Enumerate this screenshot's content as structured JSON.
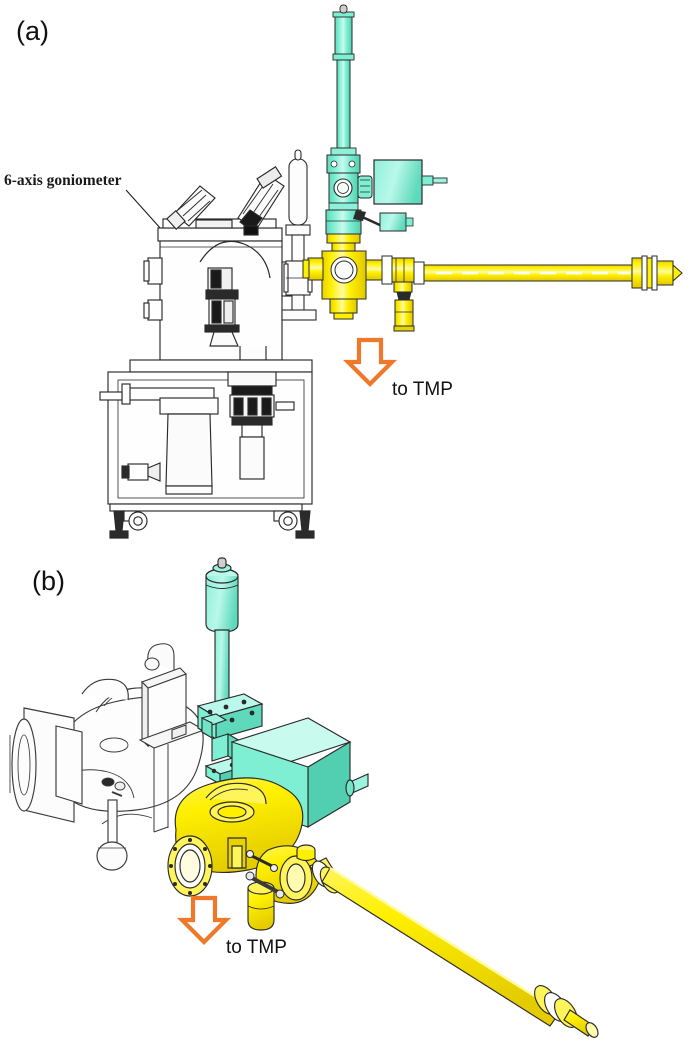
{
  "figure": {
    "type": "technical-line-drawing",
    "description": "Two-panel engineering drawing of a UHV experimental chamber with beamline and turbomolecular pump port",
    "background_color": "#ffffff",
    "panels": [
      {
        "id": "a",
        "label": "(a)",
        "view": "side elevation / orthographic line drawing",
        "annotations": [
          {
            "id": "goniometer",
            "text": "6-axis goniometer",
            "font": "serif",
            "leader_line": true
          },
          {
            "id": "tmp",
            "text": "to TMP",
            "arrow": "down-arrow-hollow",
            "arrow_color": "#F0782A"
          }
        ]
      },
      {
        "id": "b",
        "label": "(b)",
        "view": "isometric 3D detail of pumping manifold",
        "annotations": [
          {
            "id": "tmp",
            "text": "to TMP",
            "arrow": "down-arrow-hollow",
            "arrow_color": "#F0782A"
          }
        ]
      }
    ]
  },
  "colors": {
    "teal": "#7FEFD4",
    "teal_shade": "#5FD9BC",
    "teal_dark": "#46C0A4",
    "yellow": "#FFF000",
    "yellow_shade": "#EBD400",
    "yellow_dark": "#D4BE00",
    "orange": "#F0782A",
    "outline": "#1a1a1a",
    "grey_line": "#4a4a4a",
    "grey_fill": "#fdfdfd",
    "background": "#ffffff"
  },
  "components": {
    "teal_label": "linear translator / manipulator (teal)",
    "yellow_label": "vacuum beamline and cross manifold (yellow)",
    "grey_label": "main experimental chamber (outline)",
    "orange_label": "to turbomolecular pump"
  }
}
